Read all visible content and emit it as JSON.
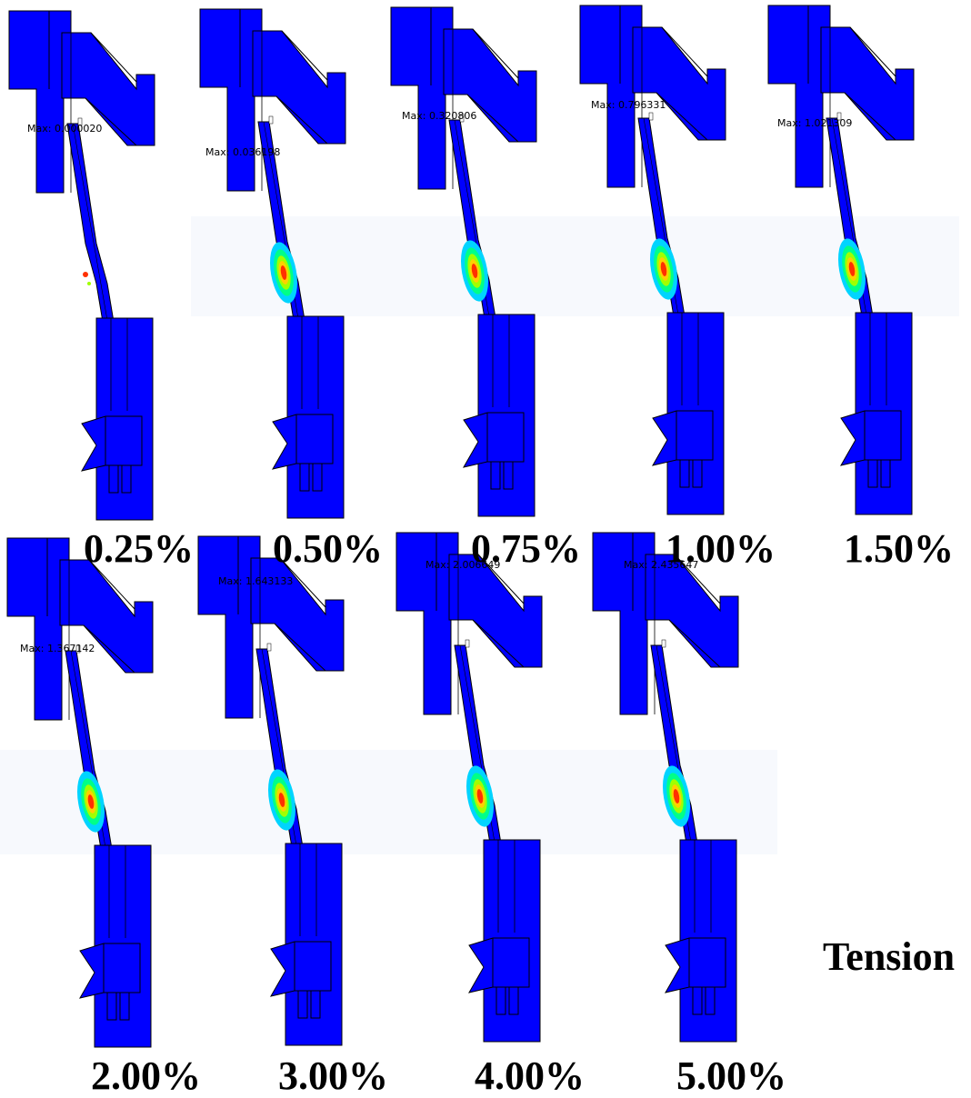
{
  "figure": {
    "side_label": "Tension",
    "panels": [
      {
        "drift": "0.25%",
        "max_label": "Max: 0.000020",
        "hot": 0
      },
      {
        "drift": "0.50%",
        "max_label": "Max: 0.036198",
        "hot": 1
      },
      {
        "drift": "0.75%",
        "max_label": "Max: 0.320806",
        "hot": 1
      },
      {
        "drift": "1.00%",
        "max_label": "Max: 0.796331",
        "hot": 1
      },
      {
        "drift": "1.50%",
        "max_label": "Max: 1.021309",
        "hot": 1
      },
      {
        "drift": "2.00%",
        "max_label": "Max: 1.367142",
        "hot": 1
      },
      {
        "drift": "3.00%",
        "max_label": "Max: 1.643133",
        "hot": 1
      },
      {
        "drift": "4.00%",
        "max_label": "Max: 2.006649",
        "hot": 1
      },
      {
        "drift": "5.00%",
        "max_label": "Max: 2.435647",
        "hot": 1
      }
    ]
  },
  "colors": {
    "steel": "#0000ff",
    "edge": "#000000",
    "contour": [
      "#00d4ff",
      "#00ff88",
      "#a0ff00",
      "#ffd000",
      "#ff3000"
    ]
  }
}
